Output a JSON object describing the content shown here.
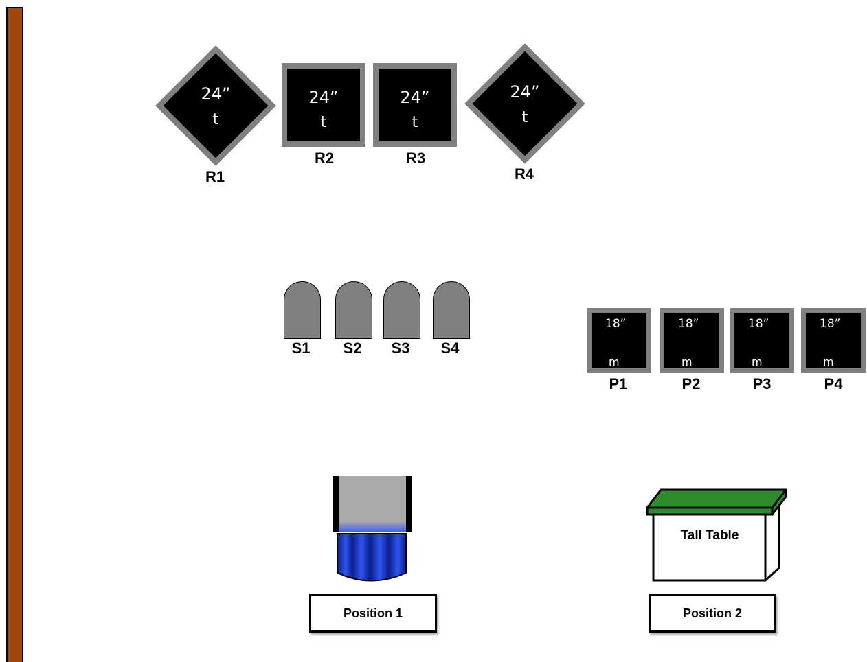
{
  "round_tables": [
    {
      "id": "R1",
      "size": "24”",
      "type": "t"
    },
    {
      "id": "R2",
      "size": "24”",
      "type": "t"
    },
    {
      "id": "R3",
      "size": "24”",
      "type": "t"
    },
    {
      "id": "R4",
      "size": "24”",
      "type": "t"
    }
  ],
  "seats": [
    {
      "id": "S1"
    },
    {
      "id": "S2"
    },
    {
      "id": "S3"
    },
    {
      "id": "S4"
    }
  ],
  "platforms": [
    {
      "id": "P1",
      "size": "18”",
      "type": "m"
    },
    {
      "id": "P2",
      "size": "18”",
      "type": "m"
    },
    {
      "id": "P3",
      "size": "18”",
      "type": "m"
    },
    {
      "id": "P4",
      "size": "18”",
      "type": "m"
    }
  ],
  "tall_table": {
    "label": "Tall Table"
  },
  "positions": [
    {
      "label": "Position 1"
    },
    {
      "label": "Position 2"
    }
  ],
  "colors": {
    "wall": "#a0480b",
    "tile_border": "#7f7f7f",
    "seat": "#808080",
    "table_top": "#2e8b2e",
    "camera_lens": "#1f3fd6"
  }
}
